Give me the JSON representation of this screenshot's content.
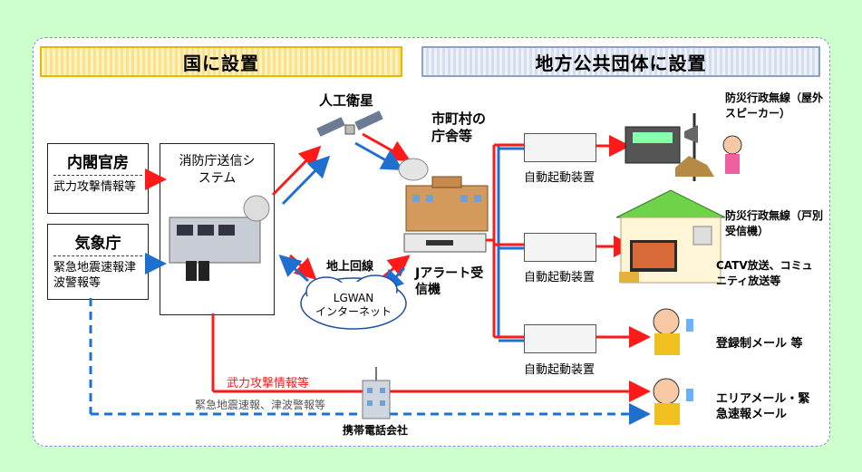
{
  "headers": {
    "national": "国に設置",
    "local": "地方公共団体に設置"
  },
  "sources": {
    "cabinet": {
      "title": "内閣官房",
      "text": "武力攻撃情報等"
    },
    "jma": {
      "title": "気象庁",
      "text": "緊急地震速報津波警報等"
    }
  },
  "fdma": {
    "title": "消防庁送信システム"
  },
  "satellite": "人工衛星",
  "municipal_office": "市町村の庁舎等",
  "ground_line": "地上回線",
  "lgwan": {
    "line1": "LGWAN",
    "line2": "インターネット"
  },
  "j_alert": "Jアラート受信機",
  "auto_start": "自動起動装置",
  "outputs": {
    "outdoor": "防災行政無線（屋外スピーカー）",
    "household": "防災行政無線（戸別受信機）",
    "catv": "CATV放送、コミュニティ放送等",
    "registered_mail": "登録制メール 等",
    "area_mail": "エリアメール・緊急速報メール"
  },
  "flows": {
    "armed_attack": "武力攻撃情報等",
    "quake_tsunami": "緊急地震速報、津波警報等"
  },
  "carrier": "携帯電話会社",
  "colors": {
    "red": "#ff1a1a",
    "blue": "#1f6fd1"
  }
}
